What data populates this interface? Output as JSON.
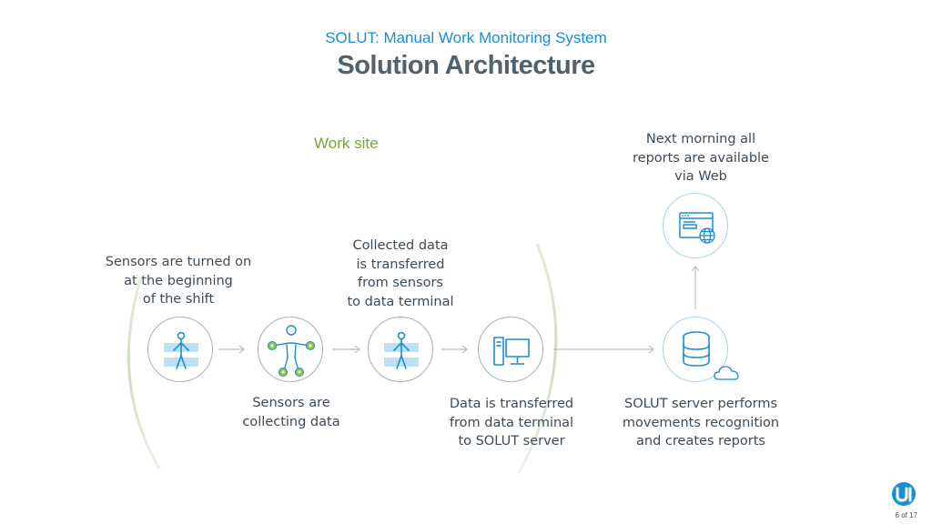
{
  "header": {
    "subtitle": "SOLUT: Manual Work Monitoring System",
    "title": "Solution Architecture"
  },
  "zone_label": "Work site",
  "captions": {
    "sensors_on": [
      "Sensors are turned on",
      "at the beginning",
      "of the shift"
    ],
    "collecting": [
      "Sensors are",
      "collecting data"
    ],
    "transferred_terminal": [
      "Collected data",
      "is transferred",
      "from sensors",
      "to data terminal"
    ],
    "transferred_server": [
      "Data is transferred",
      "from data terminal",
      "to SOLUT server"
    ],
    "server": [
      "SOLUT server performs",
      "movements recognition",
      "and creates reports"
    ],
    "reports": [
      "Next morning all",
      "reports are available",
      "via Web"
    ]
  },
  "icons": {
    "node1": "worker-sensor-icon",
    "node2": "body-sensors-icon",
    "node3": "worker-transfer-icon",
    "node4": "data-terminal-icon",
    "node5": "database-cloud-icon",
    "node6": "web-browser-globe-icon"
  },
  "colors": {
    "accent_blue": "#1a8ed0",
    "title_gray": "#506170",
    "zone_green": "#7aa23a",
    "sensor_green": "#8dc63f",
    "icon_blue": "#2e8fd0"
  },
  "footer": {
    "page": "6 of 17"
  }
}
